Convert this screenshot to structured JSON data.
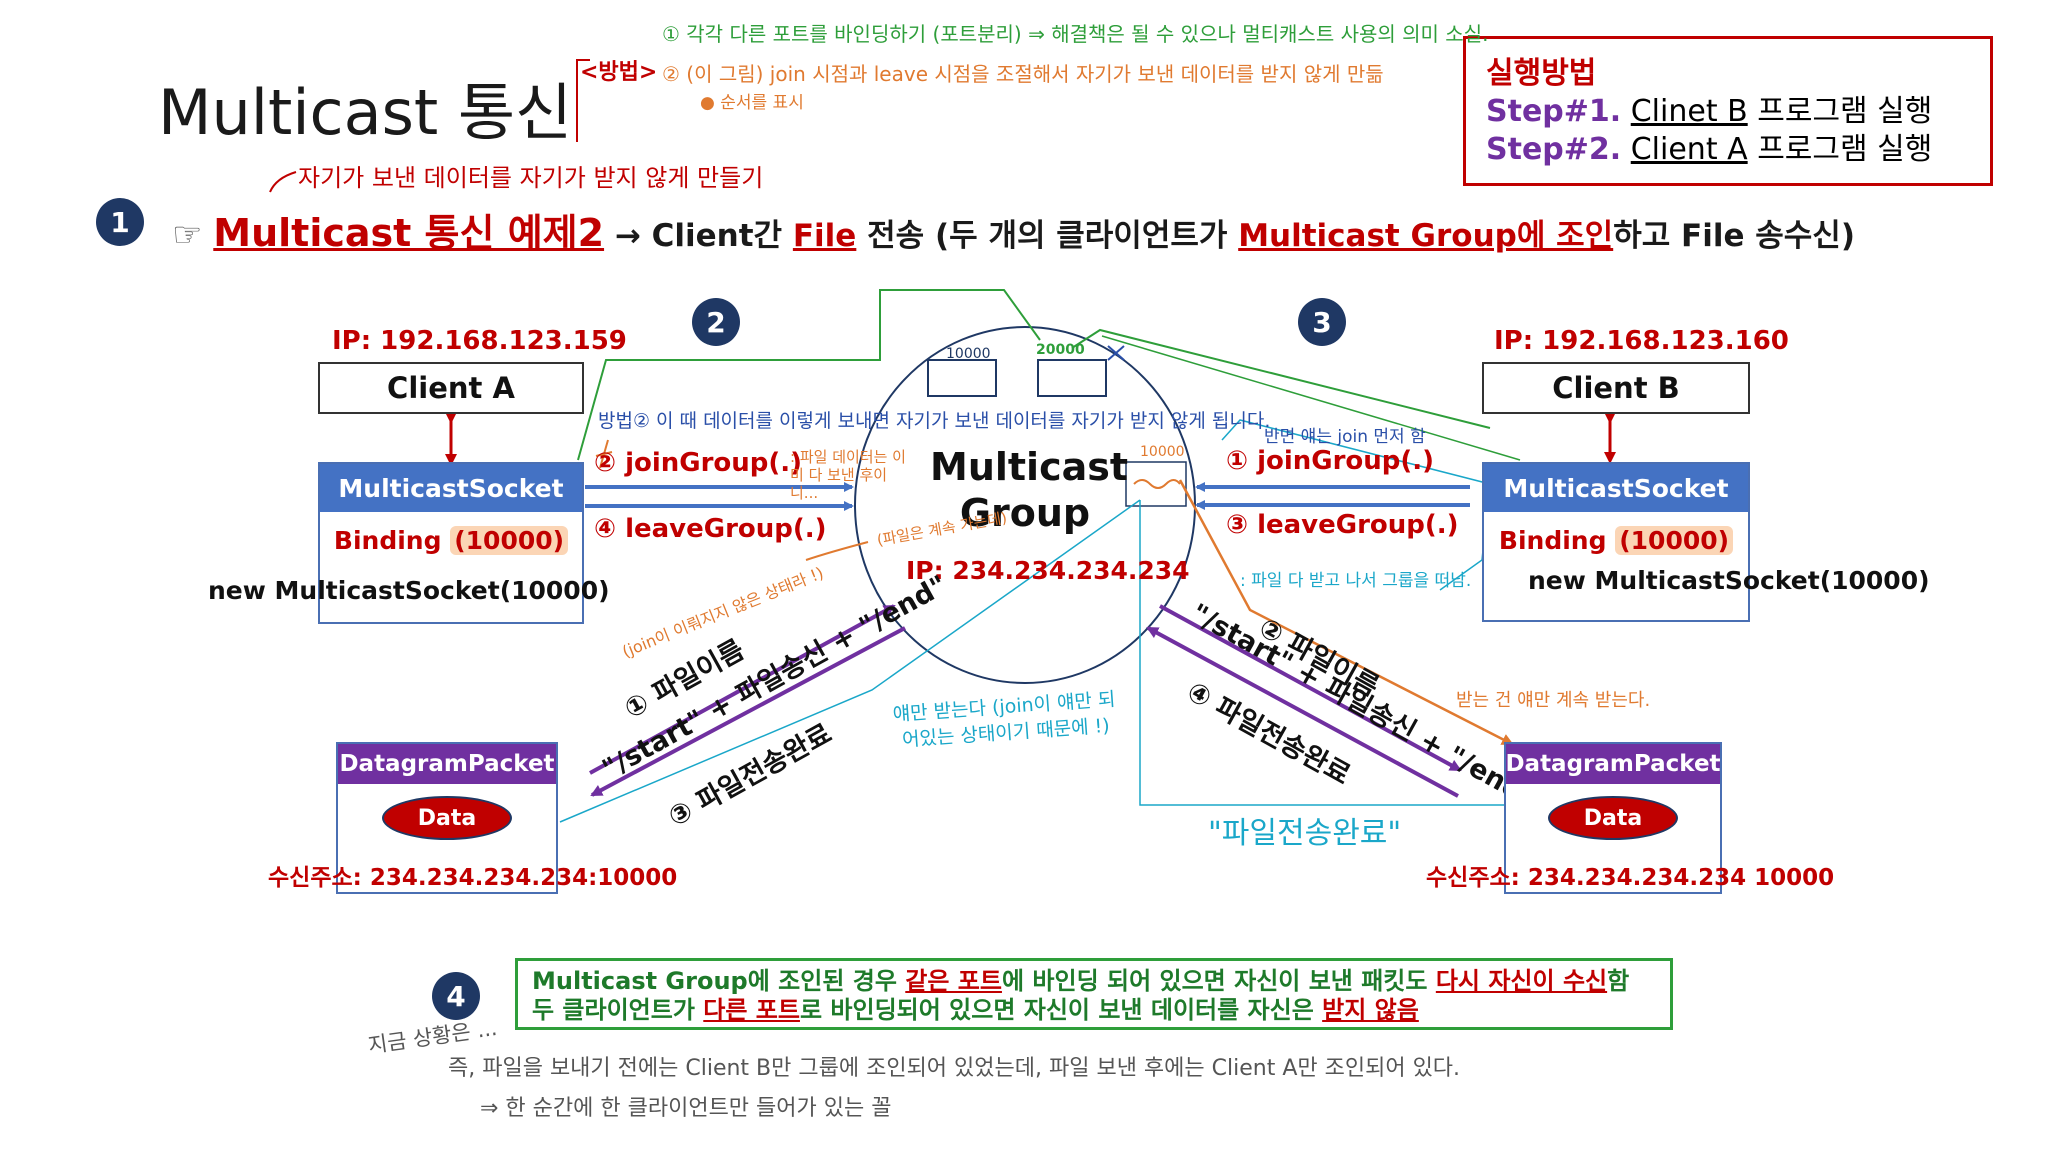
{
  "title": "Multicast 통신",
  "run_method": {
    "title": "실행방법",
    "steps": [
      {
        "label": "Step#1.",
        "target": "Clinet B",
        "suffix": "프로그램 실행"
      },
      {
        "label": "Step#2.",
        "target": "Client A",
        "suffix": "프로그램 실행"
      }
    ]
  },
  "badges": {
    "b1": "1",
    "b2": "2",
    "b3": "3",
    "b4": "4"
  },
  "headline": {
    "pointer": "☞",
    "example": "Multicast 통신 예제2",
    "arrow": "→",
    "part1": "Client간",
    "file": "File",
    "part2": "전송 (두 개의 클라이언트가",
    "group_join": "Multicast Group에 조인",
    "part3": "하고 File 송수신)"
  },
  "client_a": {
    "ip": "IP: 192.168.123.159",
    "name": "Client A",
    "socket": "MulticastSocket",
    "binding": "Binding",
    "port": "(10000)",
    "constructor": "new MulticastSocket(10000)"
  },
  "client_b": {
    "ip": "IP: 192.168.123.160",
    "name": "Client B",
    "socket": "MulticastSocket",
    "binding": "Binding",
    "port": "(10000)",
    "constructor": "new MulticastSocket(10000)"
  },
  "group": {
    "title": "Multicast Group",
    "ip": "IP: 234.234.234.234",
    "port_boxes": [
      "10000",
      "20000",
      "10000"
    ]
  },
  "ops_a": {
    "join": "② joinGroup(.)",
    "leave": "④ leaveGroup(.)"
  },
  "ops_b": {
    "join": "① joinGroup(.)",
    "leave": "③ leaveGroup(.)"
  },
  "flow_a": {
    "file_name": "① 파일이름",
    "send_line": "\"/start\" + 파일송신 + \"/end\"",
    "done": "③ 파일전송완료"
  },
  "flow_b": {
    "file_name": "② 파일이름",
    "send_line": "\"/start\" + 파일송신 + \"/end\"",
    "done": "④ 파일전송완료"
  },
  "packet_a": {
    "head": "DatagramPacket",
    "data": "Data",
    "recv": "수신주소: 234.234.234.234:10000"
  },
  "packet_b": {
    "head": "DatagramPacket",
    "data": "Data",
    "recv": "수신주소: 234.234.234.234 10000"
  },
  "note": {
    "line1_a": "Multicast Group에 조인된 경우",
    "line1_hl1": "같은 포트",
    "line1_b": "에 바인딩 되어 있으면 자신이 보낸 패킷도",
    "line1_hl2": "다시 자신이 수신",
    "line1_c": "함",
    "line2_a": "두 클라이언트가",
    "line2_hl1": "다른 포트",
    "line2_b": "로 바인딩되어 있으면 자신이 보낸 데이터를 자신은",
    "line2_hl2": "받지 않음"
  },
  "handwriting": {
    "method_label": "<방법>",
    "method1": "① 각각 다른 포트를 바인딩하기 (포트분리) ⇒ 해결책은 될 수 있으나 멀티캐스트 사용의 의미 소실.",
    "method2": "② (이 그림) join 시점과 leave 시점을 조절해서 자기가 보낸 데이터를 받지 않게 만듦",
    "method2_sub": "● 순서를 표시",
    "self_no_recv": "자기가 보낸 데이터를 자기가 받지 않게 만들기",
    "method_top": "방법② 이 때 데이터를 이렇게 보내면 자기가 보낸 데이터를 자기가 받지 않게 됩니다.",
    "already_sent": ": 파일 데이터는 이미 다 보낸 후이니...",
    "keep_receiving": "(파일은 계속 가는데)",
    "join_wait": "(join이 이뤄지지 않은 상태라 !)",
    "b_join_first": "반면 얘는 join 먼저 함",
    "b_leave": ": 파일 다 받고 나서 그룹을 떠남.",
    "a_receives": "얘만 받는다 (join이 얘만 되어있는 상태이기 때문에 !)",
    "b_keeps": "받는 건 얘만 계속 받는다.",
    "file_done": "\"파일전송완료\"",
    "bottom1": "지금 상황은 ...",
    "bottom2": "즉, 파일을 보내기 전에는 Client B만 그룹에 조인되어 있었는데, 파일 보낸 후에는 Client A만 조인되어 있다.",
    "bottom3": "⇒ 한 순간에 한 클라이언트만 들어가 있는 꼴"
  }
}
